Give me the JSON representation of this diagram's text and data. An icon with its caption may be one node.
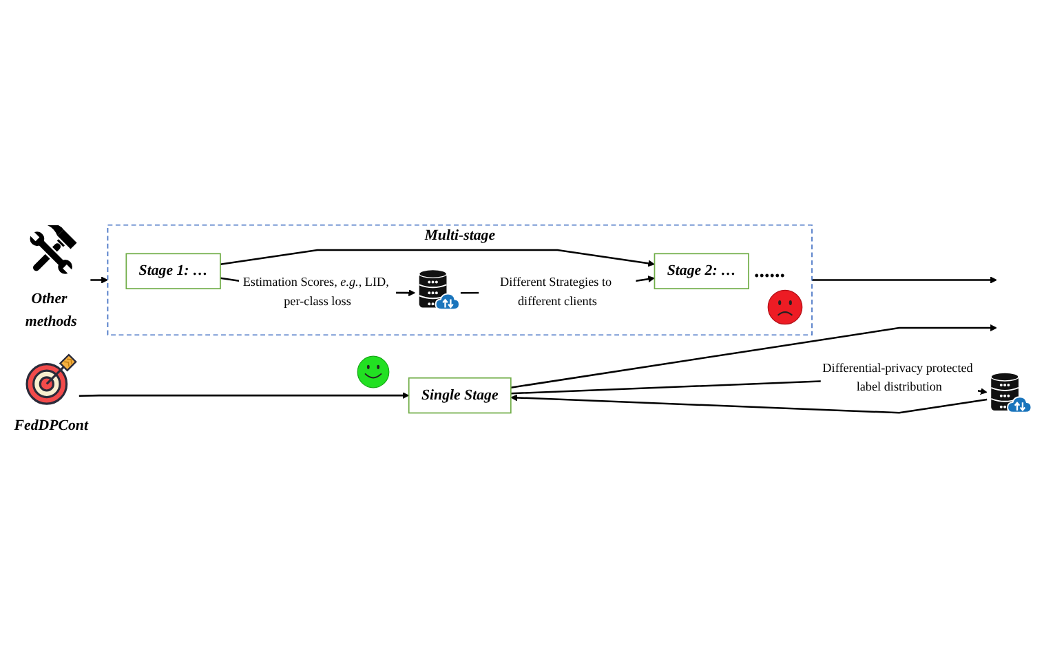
{
  "diagram": {
    "nodes": [
      {
        "text": [
          "Other methods"
        ]
      },
      {
        "text": [
          "Multi-stage"
        ]
      },
      {
        "text": [
          "Stage 1: …"
        ],
        "in": 1
      },
      {
        "text": [
          "Stage 2: …"
        ],
        "in": 1
      },
      {
        "text": [],
        "shape": "picture",
        "in": 1
      },
      {
        "text": [
          "FedDPCont"
        ]
      },
      {
        "text": [
          "Single Stage"
        ]
      },
      {
        "text": [],
        "shape": "picture"
      }
    ],
    "edges": [
      {
        "from": 0,
        "to": 1,
        "arrow": "to"
      },
      {
        "from": 1,
        "to": null,
        "arrow": "to"
      },
      {
        "from": 2,
        "to": 3,
        "arrow": "to"
      },
      {
        "from": 2,
        "to": 4,
        "arrow": "to",
        "label": "Estimation Scores, *e.g.*, LID, per-class loss"
      },
      {
        "from": 4,
        "to": 3,
        "arrow": "to",
        "label": "Different Strategies to different clients"
      },
      {
        "from": 5,
        "to": 6,
        "arrow": "to"
      },
      {
        "from": 6,
        "to": null,
        "arrow": "to"
      },
      {
        "from": 6,
        "to": 7,
        "arrow": "to",
        "label": "Differential-privacy protected label distribution"
      },
      {
        "from": 7,
        "to": 6,
        "arrow": "to"
      }
    ],
    "labels": [
      "......"
    ]
  }
}
